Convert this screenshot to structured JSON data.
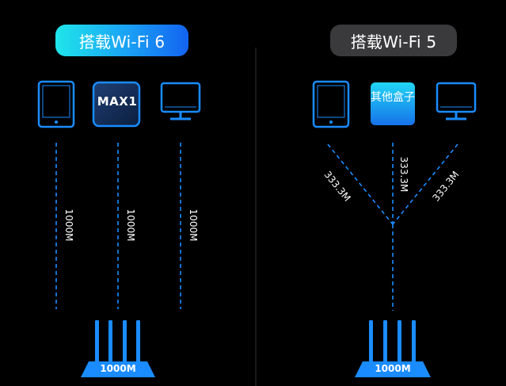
{
  "left_panel": {
    "title": "搭载Wi-Fi 6",
    "box_device_label": "MAX1",
    "link_speeds": [
      "1000M",
      "1000M",
      "1000M"
    ],
    "router_speed": "1000M"
  },
  "right_panel": {
    "title": "搭载Wi-Fi 5",
    "box_device_label": "其他盒子",
    "link_speeds": [
      "333.3M",
      "333.3M",
      "333.3M"
    ],
    "router_speed": "1000M"
  },
  "colors": {
    "accent_blue": "#1a8cff",
    "wifi6_pill_gradient_start": "#1fe6ea",
    "wifi6_pill_gradient_end": "#1363f0",
    "wifi5_pill": "#3a3a3c",
    "background": "#000000",
    "divider": "#2a2a2a"
  }
}
